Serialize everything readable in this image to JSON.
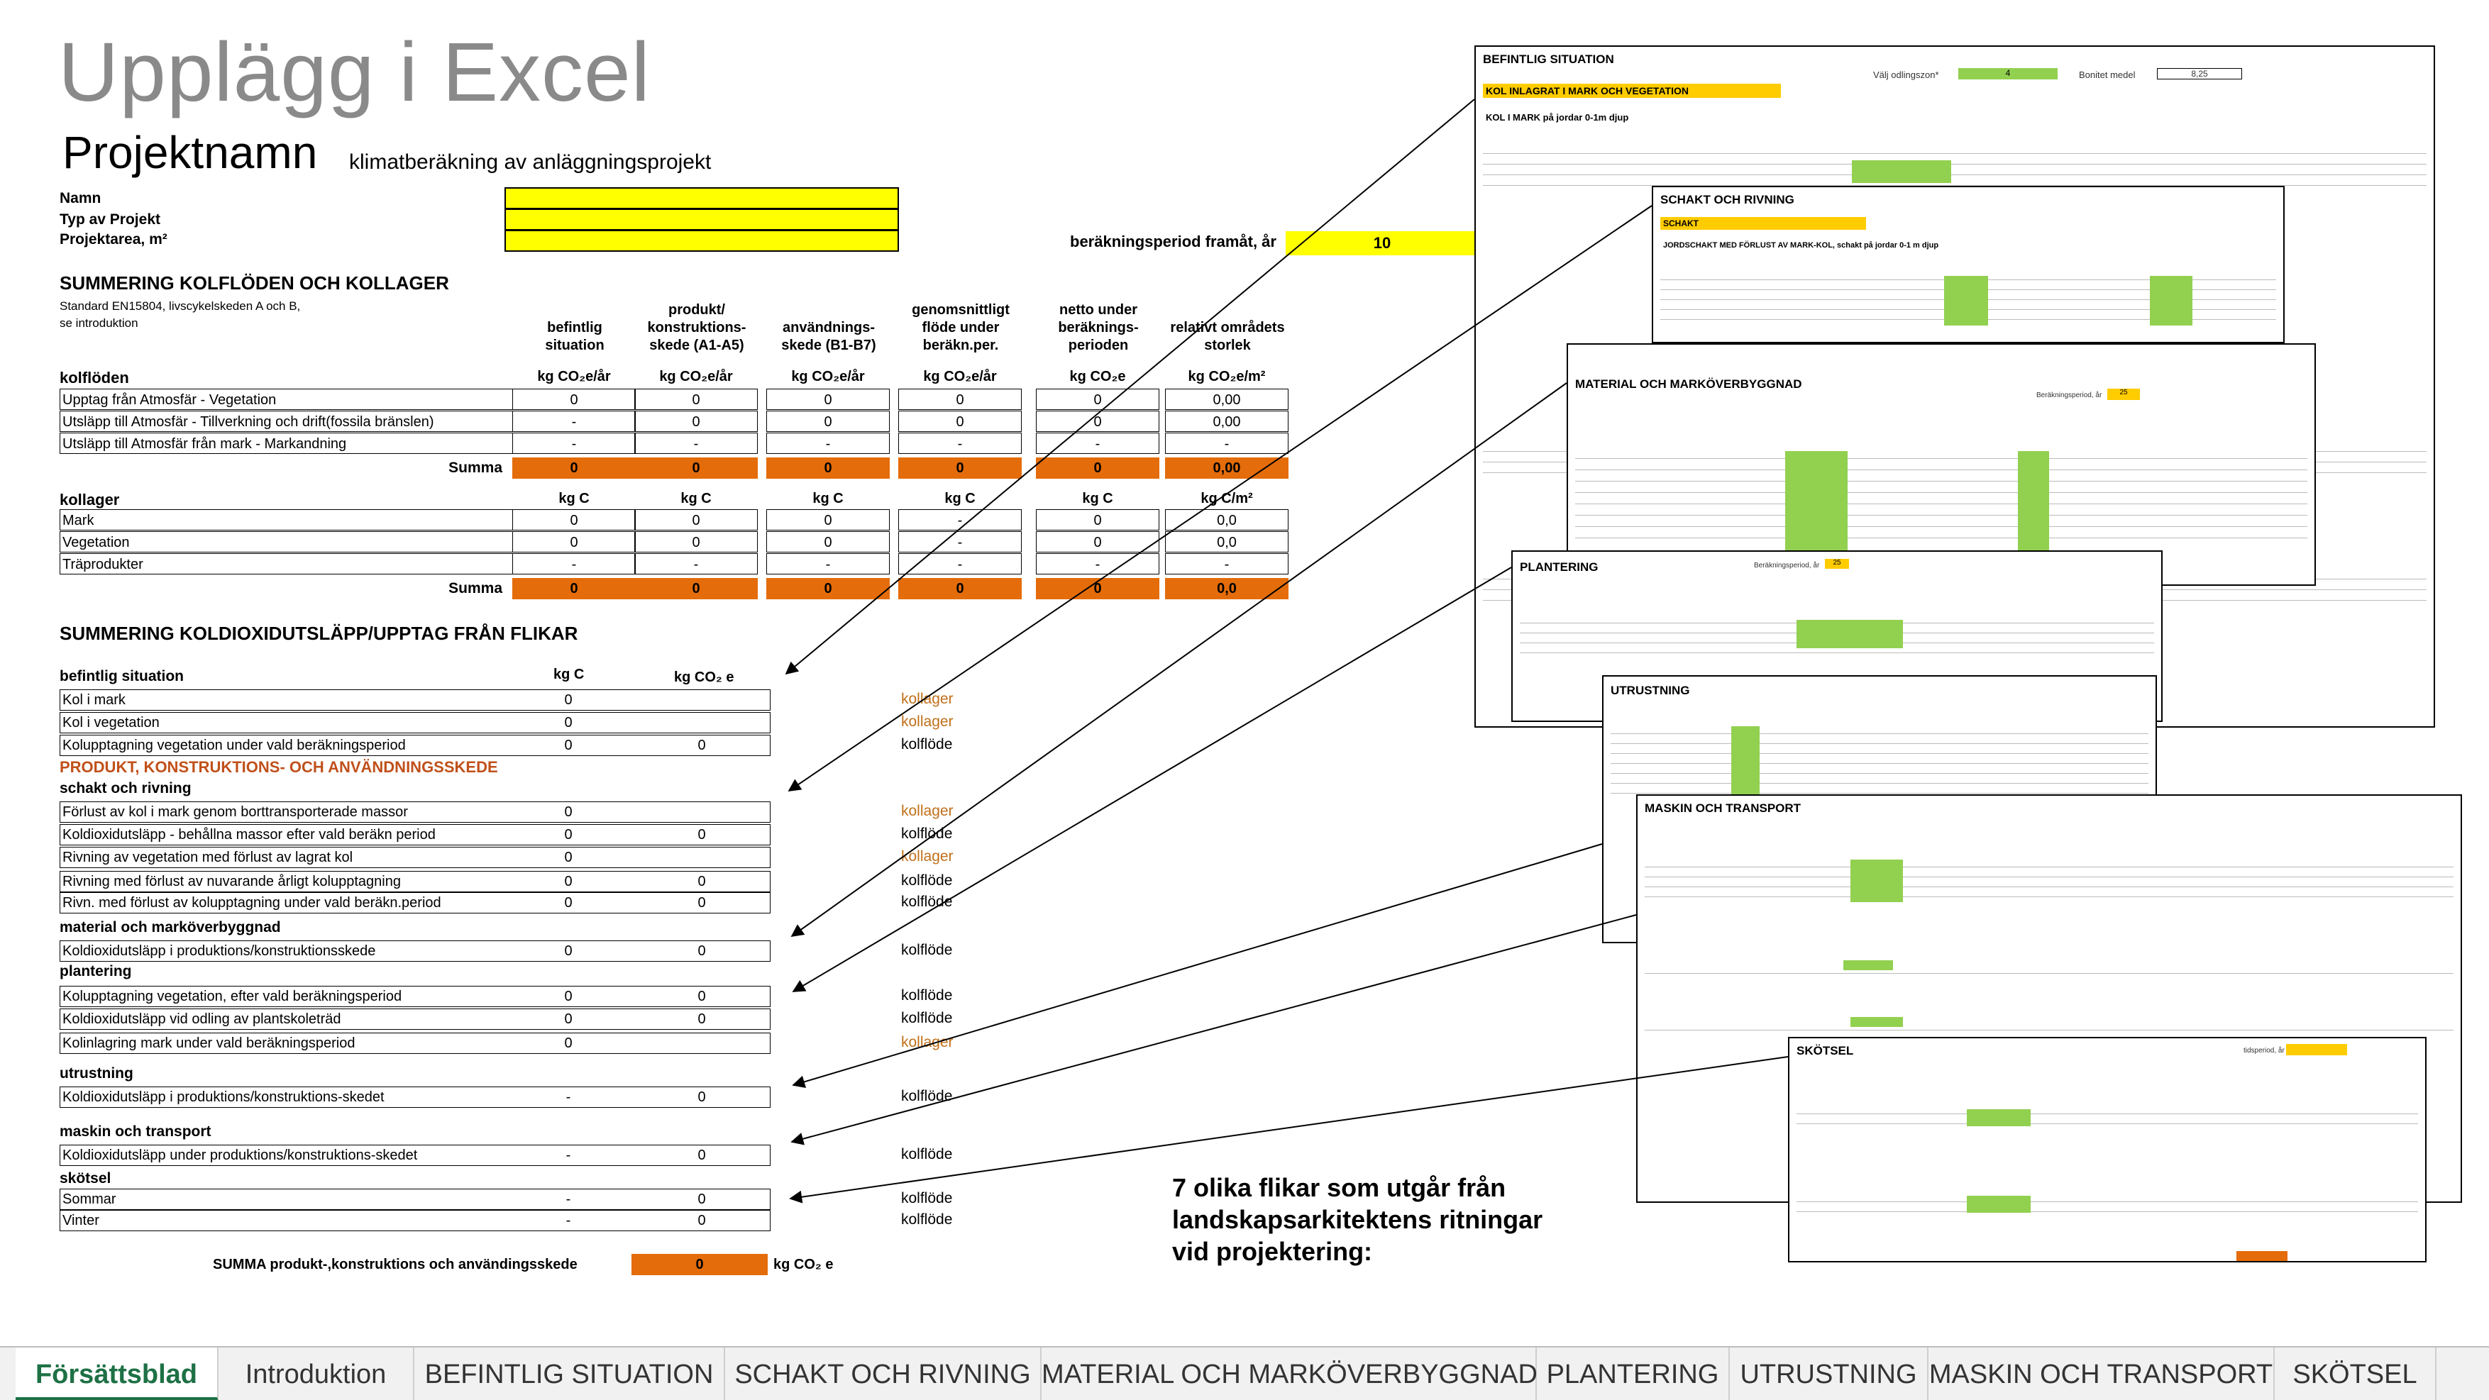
{
  "title": "Upplägg i Excel",
  "project": {
    "name": "Projektnamn",
    "subtitle": "klimatberäkning av anläggningsprojekt"
  },
  "info_labels": [
    "Namn",
    "Typ av Projekt",
    "Projektarea, m²"
  ],
  "period": {
    "label": "beräkningsperiod framåt, år",
    "value": "10"
  },
  "summary1": {
    "heading": "SUMMERING  KOLFLÖDEN OCH  KOLLAGER",
    "note1": "Standard EN15804, livscykelskeden A och B,",
    "note2": "se introduktion",
    "columns": [
      [
        "befintlig",
        "situation"
      ],
      [
        "produkt/",
        "konstruktions-",
        "skede (A1-A5)"
      ],
      [
        "användnings-",
        "skede (B1-B7)"
      ],
      [
        "genomsnittligt",
        "flöde under",
        "beräkn.per."
      ],
      [
        "netto under",
        "beräknings-",
        "perioden"
      ],
      [
        "relativt områdets",
        "storlek"
      ]
    ],
    "kolfloden_label": "kolflöden",
    "kolfloden_units": [
      "kg CO₂e/år",
      "kg CO₂e/år",
      "kg CO₂e/år",
      "kg CO₂e/år",
      "kg CO₂e",
      "kg CO₂e/m²"
    ],
    "kolfloden_rows": [
      {
        "label": "Upptag från Atmosfär - Vegetation",
        "values": [
          "0",
          "0",
          "0",
          "0",
          "0",
          "0,00"
        ]
      },
      {
        "label": "Utsläpp till Atmosfär - Tillverkning och drift(fossila bränslen)",
        "values": [
          "-",
          "0",
          "0",
          "0",
          "0",
          "0,00"
        ]
      },
      {
        "label": "Utsläpp till Atmosfär från mark - Markandning",
        "values": [
          "-",
          "-",
          "-",
          "-",
          "-",
          "-"
        ]
      }
    ],
    "summa_label": "Summa",
    "summa_kolfloden": [
      "0",
      "0",
      "0",
      "0",
      "0",
      "0,00"
    ],
    "kollager_label": "kollager",
    "kollager_units": [
      "kg C",
      "kg C",
      "kg C",
      "kg C",
      "kg C",
      "kg C/m²"
    ],
    "kollager_rows": [
      {
        "label": "Mark",
        "values": [
          "0",
          "0",
          "0",
          "-",
          "0",
          "0,0"
        ]
      },
      {
        "label": "Vegetation",
        "values": [
          "0",
          "0",
          "0",
          "-",
          "0",
          "0,0"
        ]
      },
      {
        "label": "Träprodukter",
        "values": [
          "-",
          "-",
          "-",
          "-",
          "-",
          "-"
        ]
      }
    ],
    "summa_kollager": [
      "0",
      "0",
      "0",
      "0",
      "0",
      "0,0"
    ]
  },
  "summary2": {
    "heading": "SUMMERING  KOLDIOXIDUTSLÄPP/UPPTAG FRÅN FLIKAR",
    "befintlig_head": "befintlig situation",
    "unit1": "kg C",
    "unit2": "kg CO₂ e",
    "tag_kollager": "kollager",
    "tag_kolflode": "kolflöde",
    "befintlig_rows": [
      {
        "label": "Kol i mark",
        "v1": "0",
        "v2": "",
        "tag": "kollager"
      },
      {
        "label": "Kol i vegetation",
        "v1": "0",
        "v2": "",
        "tag": "kollager"
      },
      {
        "label": "Kolupptagning vegetation under vald beräkningsperiod",
        "v1": "0",
        "v2": "0",
        "tag": "kolflöde"
      }
    ],
    "prod_head": "PRODUKT, KONSTRUKTIONS- OCH ANVÄNDNINGSSKEDE",
    "schakt_head": "schakt och rivning",
    "schakt_rows": [
      {
        "label": "Förlust av kol i mark genom borttransporterade massor",
        "v1": "0",
        "v2": "",
        "tag": "kollager"
      },
      {
        "label": "Koldioxidutsläpp - behållna massor efter vald beräkn period",
        "v1": "0",
        "v2": "0",
        "tag": "kolflöde"
      },
      {
        "label": "Rivning av vegetation med förlust av lagrat kol",
        "v1": "0",
        "v2": "",
        "tag": "kollager"
      },
      {
        "label": "Rivning med förlust av nuvarande årligt kolupptagning",
        "v1": "0",
        "v2": "0",
        "tag": "kolflöde"
      },
      {
        "label": "Rivn. med förlust av kolupptagning under vald beräkn.period",
        "v1": "0",
        "v2": "0",
        "tag": "kolflöde"
      }
    ],
    "material_head": "material och marköverbyggnad",
    "material_rows": [
      {
        "label": "Koldioxidutsläpp i produktions/konstruktionsskede",
        "v1": "0",
        "v2": "0",
        "tag": "kolflöde"
      }
    ],
    "plantering_head": "plantering",
    "plantering_rows": [
      {
        "label": "Kolupptagning vegetation, efter vald beräkningsperiod",
        "v1": "0",
        "v2": "0",
        "tag": "kolflöde"
      },
      {
        "label": "Koldioxidutsläpp vid odling av plantskoleträd",
        "v1": "0",
        "v2": "0",
        "tag": "kolflöde"
      },
      {
        "label": "Kolinlagring mark under vald beräkningsperiod",
        "v1": "0",
        "v2": "",
        "tag": "kollager"
      }
    ],
    "utrustning_head": "utrustning",
    "utrustning_rows": [
      {
        "label": "Koldioxidutsläpp i produktions/konstruktions-skedet",
        "v1": "-",
        "v2": "0",
        "tag": "kolflöde"
      }
    ],
    "maskin_head": "maskin och transport",
    "maskin_rows": [
      {
        "label": "Koldioxidutsläpp under produktions/konstruktions-skedet",
        "v1": "-",
        "v2": "0",
        "tag": "kolflöde"
      }
    ],
    "skotsel_head": "skötsel",
    "skotsel_rows": [
      {
        "label": "Sommar",
        "v1": "-",
        "v2": "0",
        "tag": "kolflöde"
      },
      {
        "label": "Vinter",
        "v1": "-",
        "v2": "0",
        "tag": "kolflöde"
      }
    ],
    "total_label": "SUMMA  produkt-,konstruktions och användingsskede",
    "total_value": "0",
    "total_unit": "kg CO₂ e"
  },
  "thumbnails": [
    {
      "title": "BEFINTLIG SITUATION",
      "sub": "KOL INLAGRAT I MARK OCH VEGETATION",
      "extra1": "Välj odlingszon*",
      "extra1_val": "4",
      "extra2": "Bonitet medel",
      "extra2_val": "8,25",
      "line": "KOL I MARK på jordar 0-1m djup"
    },
    {
      "title": "SCHAKT OCH RIVNING",
      "sub": "SCHAKT",
      "line": "JORDSCHAKT MED FÖRLUST AV MARK-KOL, schakt på jordar 0-1 m djup"
    },
    {
      "title": "MATERIAL OCH MARKÖVERBYGGNAD",
      "line": "Beräkningsperiod, år",
      "line_val": "25"
    },
    {
      "title": "PLANTERING",
      "line": "Beräkningsperiod, år",
      "line_val": "25"
    },
    {
      "title": "UTRUSTNING",
      "line": ""
    },
    {
      "title": "MASKIN OCH TRANSPORT",
      "line": ""
    },
    {
      "title": "SKÖTSEL",
      "line": "tidsperiod, år"
    }
  ],
  "note_lines": [
    "7 olika flikar som utgår från",
    "landskapsarkitektens ritningar",
    "vid projektering:"
  ],
  "tabs": [
    "Försättsblad",
    "Introduktion",
    "BEFINTLIG SITUATION",
    "SCHAKT OCH RIVNING",
    "MATERIAL OCH MARKÖVERBYGGNAD",
    "PLANTERING",
    "UTRUSTNING",
    "MASKIN OCH TRANSPORT",
    "SKÖTSEL"
  ],
  "active_tab": "Försättsblad",
  "colors": {
    "orange": "#e46c0a",
    "yellow": "#ffff00",
    "green": "#92d050",
    "tab_active": "#1e7145",
    "title_gray": "#8a8a8a"
  }
}
